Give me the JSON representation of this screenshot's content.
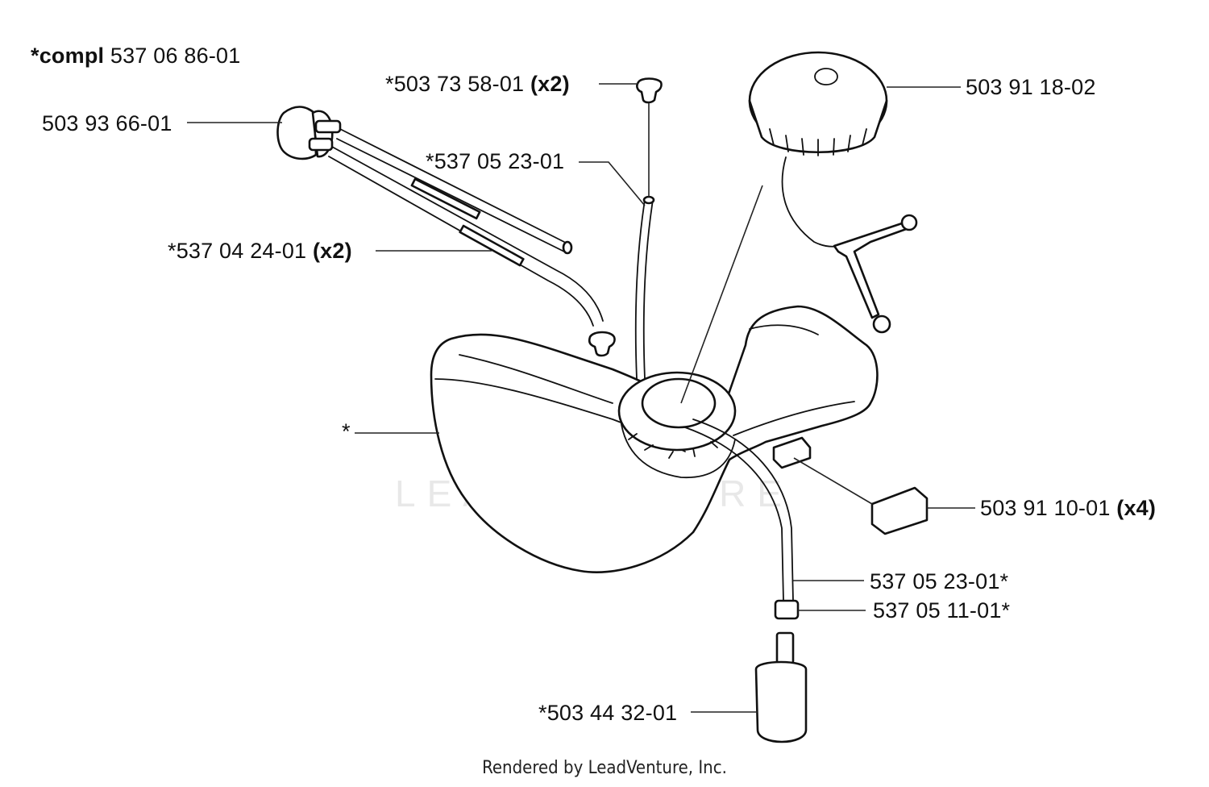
{
  "header": {
    "prefix": "*compl",
    "number": "537 06 86-01"
  },
  "labels": {
    "primer_bulb": {
      "number": "503 93 66-01"
    },
    "grommet": {
      "number": "*503 73 58-01",
      "qty": "(x2)"
    },
    "vent_hose": {
      "number": "*537 05 23-01"
    },
    "fuel_hoses": {
      "number": "*537 04 24-01",
      "qty": "(x2)"
    },
    "fuel_cap": {
      "number": "503 91 18-02"
    },
    "tank": {
      "number": "*"
    },
    "rubber_mount": {
      "number": "503 91 10-01",
      "qty": "(x4)"
    },
    "fuel_hose": {
      "number": "537 05 23-01*"
    },
    "hose_clamp": {
      "number": "537 05 11-01*"
    },
    "fuel_filter": {
      "number": "*503 44 32-01"
    }
  },
  "watermark": "LEADVENTURE",
  "footer": "Rendered by LeadVenture, Inc."
}
